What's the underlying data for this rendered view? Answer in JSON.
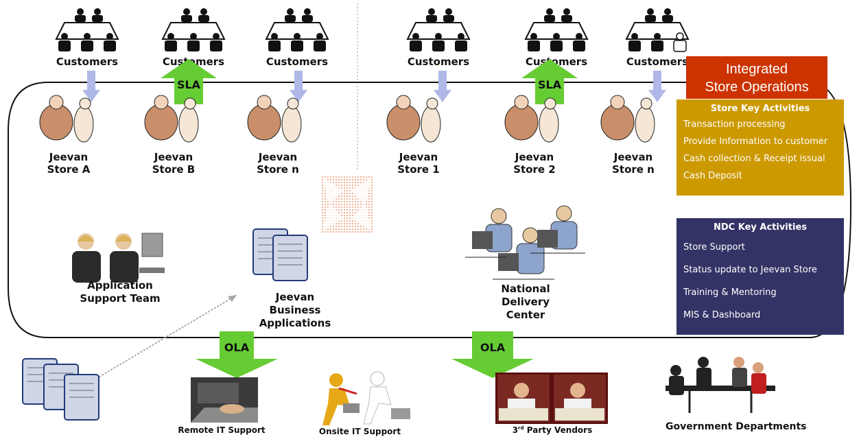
{
  "customers": [
    {
      "label": "Customers"
    },
    {
      "label": "Customers"
    },
    {
      "label": "Customers"
    },
    {
      "label": "Customers"
    },
    {
      "label": "Customers"
    },
    {
      "label": "Customers"
    }
  ],
  "stores": [
    {
      "line1": "Jeevan",
      "line2": "Store A"
    },
    {
      "line1": "Jeevan",
      "line2": "Store B"
    },
    {
      "line1": "Jeevan",
      "line2": "Store n"
    },
    {
      "line1": "Jeevan",
      "line2": "Store 1"
    },
    {
      "line1": "Jeevan",
      "line2": "Store 2"
    },
    {
      "line1": "Jeevan",
      "line2": "Store n"
    }
  ],
  "sla_label": "SLA",
  "ola_label": "OLA",
  "integrated": {
    "line1": "Integrated",
    "line2": "Store Operations"
  },
  "store_key": {
    "title": "Store Key Activities",
    "items": [
      "Transaction processing",
      "Provide Information to customer",
      "Cash collection & Receipt issual",
      "Cash Deposit"
    ]
  },
  "ndc_key": {
    "title": "NDC Key Activities",
    "items": [
      "Store Support",
      "Status update to Jeevan Store",
      "Training & Mentoring",
      "MIS & Dashboard"
    ]
  },
  "app_support": {
    "line1": "Application",
    "line2": "Support Team"
  },
  "business_apps": {
    "line1": "Jeevan",
    "line2": "Business",
    "line3": "Applications"
  },
  "ndc": {
    "line1": "National",
    "line2": "Delivery",
    "line3": "Center"
  },
  "bottom": {
    "remote": "Remote IT Support",
    "onsite": "Onsite IT Support",
    "vendors_sup": "rd",
    "vendors_pre": "3",
    "vendors_post": " Party Vendors",
    "gov": "Government Departments"
  },
  "colors": {
    "sla_green": "#66cc33",
    "down_arrow": "#b0b8e8",
    "integrated_red": "#cc3300",
    "store_box": "#cc9900",
    "ndc_box": "#333366"
  }
}
